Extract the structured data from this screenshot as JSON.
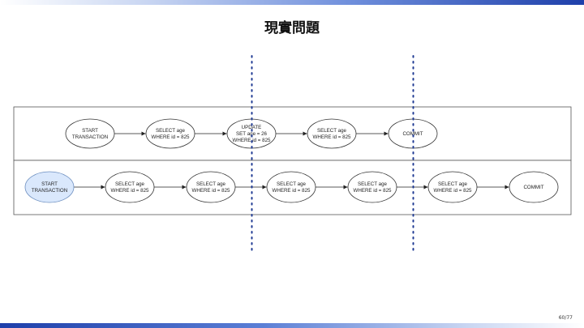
{
  "slide": {
    "title": "現實問題",
    "page_number": "60/77"
  },
  "colors": {
    "accent_blue": "#1e3faa",
    "highlight_fill": "#dae8fc",
    "highlight_stroke": "#6c8ebf",
    "divider_dots": "#1f3a93"
  },
  "diagram": {
    "lanes": [
      {
        "name": "transaction-1",
        "nodes": [
          {
            "lines": [
              "START",
              "TRANSACTION"
            ],
            "highlight": false
          },
          {
            "lines": [
              "SELECT age",
              "WHERE id = 825"
            ],
            "highlight": false
          },
          {
            "lines": [
              "UPDATE",
              "SET age = 26",
              "WHERE id = 825"
            ],
            "highlight": false
          },
          {
            "lines": [
              "SELECT age",
              "WHERE id = 825"
            ],
            "highlight": false
          },
          {
            "lines": [
              "COMMIT"
            ],
            "highlight": false
          }
        ]
      },
      {
        "name": "transaction-2",
        "nodes": [
          {
            "lines": [
              "START",
              "TRANSACTION"
            ],
            "highlight": true
          },
          {
            "lines": [
              "SELECT age",
              "WHERE id = 825"
            ],
            "highlight": false
          },
          {
            "lines": [
              "SELECT age",
              "WHERE id = 825"
            ],
            "highlight": false
          },
          {
            "lines": [
              "SELECT age",
              "WHERE id = 825"
            ],
            "highlight": false
          },
          {
            "lines": [
              "SELECT age",
              "WHERE id = 825"
            ],
            "highlight": false
          },
          {
            "lines": [
              "SELECT age",
              "WHERE id = 825"
            ],
            "highlight": false
          },
          {
            "lines": [
              "COMMIT"
            ],
            "highlight": false
          }
        ]
      }
    ]
  }
}
